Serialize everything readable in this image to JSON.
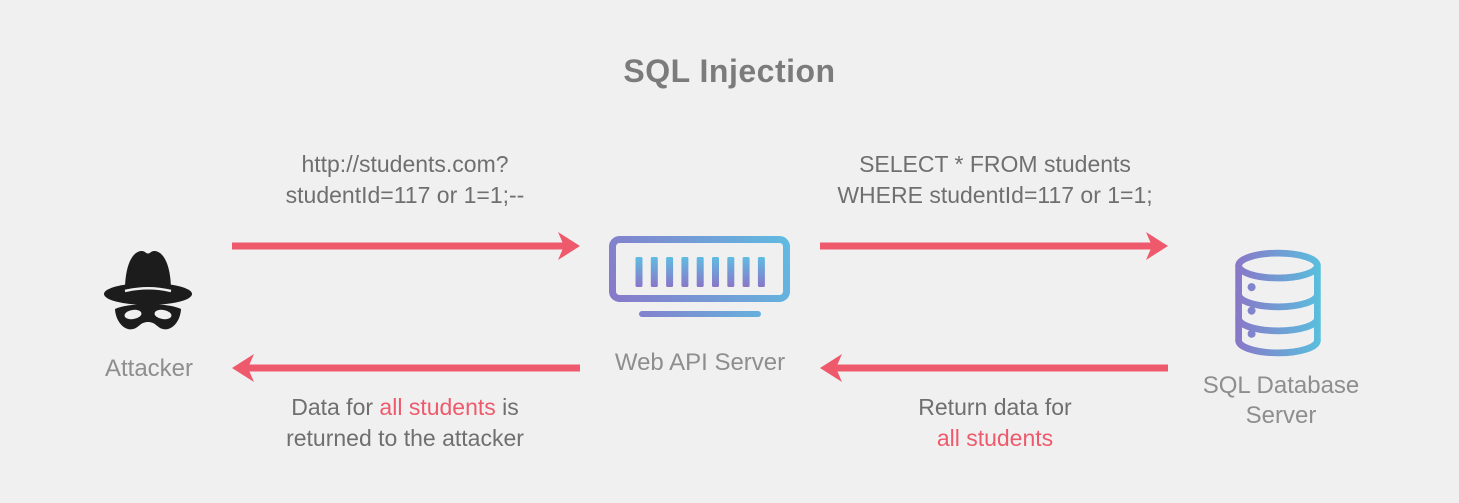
{
  "diagram": {
    "title": "SQL Injection"
  },
  "colors": {
    "bg": "#f1f0f1",
    "accent": "#ee5a6b",
    "text": "#6f6f6f",
    "label": "#8e8e8e",
    "title": "#7b7b7b",
    "icon-black": "#1c1c1c",
    "grad-purple": "#8a76c8",
    "grad-blue": "#5fbce2",
    "grad-cyan": "#58c0de"
  },
  "nodes": {
    "attacker": {
      "icon": "spy-icon",
      "label": "Attacker"
    },
    "web_api_server": {
      "icon": "server-icon",
      "label": "Web API Server"
    },
    "sql_database_server": {
      "icon": "database-icon",
      "label_line1": "SQL Database",
      "label_line2": "Server"
    }
  },
  "flows": {
    "request_to_api": {
      "direction": "right",
      "line1": "http://students.com?",
      "line2": "studentId=117 or 1=1;--"
    },
    "query_to_db": {
      "direction": "right",
      "line1": "SELECT * FROM students",
      "line2": "WHERE studentId=117 or 1=1;"
    },
    "response_to_api": {
      "direction": "left",
      "line1": "Return data for",
      "line2_highlight": "all students"
    },
    "response_to_attacker": {
      "direction": "left",
      "line1_prefix": "Data for ",
      "line1_highlight": "all students",
      "line1_suffix": " is",
      "line2": "returned to the attacker"
    }
  }
}
